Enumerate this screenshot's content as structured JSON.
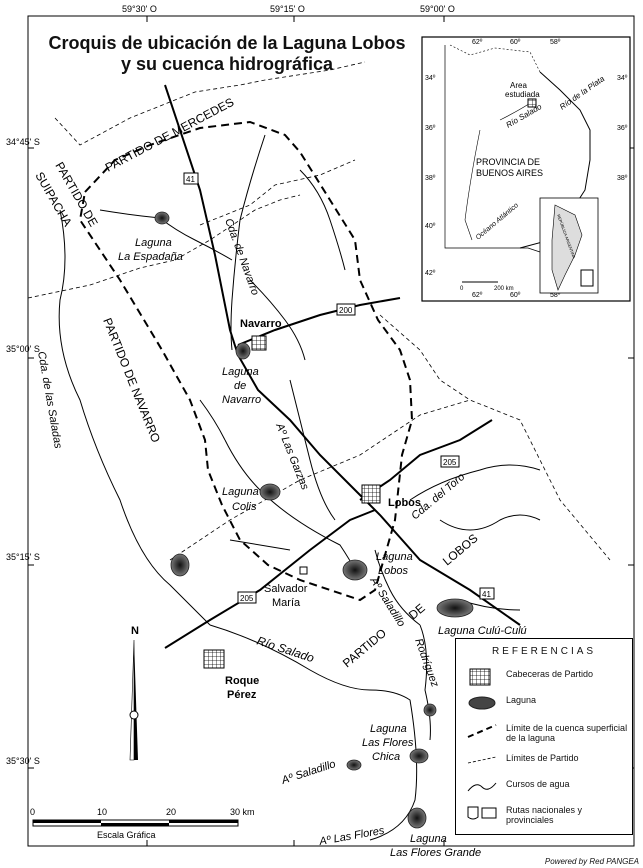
{
  "title": {
    "line1": "Croquis de ubicación de la Laguna Lobos",
    "line2": "y su cuenca hidrográfica"
  },
  "longitude_ticks": [
    "59°30' O",
    "59°15' O",
    "59°00' O"
  ],
  "latitude_ticks": [
    "34°45' S",
    "35°00' S",
    "35°15' S",
    "35°30' S"
  ],
  "partidos": {
    "mercedes": "PARTIDO DE MERCEDES",
    "suipacha_1": "PARTIDO DE",
    "suipacha_2": "SUIPACHA",
    "navarro": "PARTIDO DE NAVARRO",
    "lobos_1": "PARTIDO",
    "lobos_2": "DE",
    "lobos_3": "LOBOS"
  },
  "towns": {
    "navarro": "Navarro",
    "lobos": "Lobos",
    "roque_1": "Roque",
    "roque_2": "Pérez",
    "salvador_1": "Salvador",
    "salvador_2": "María"
  },
  "lagunas": {
    "espadana_1": "Laguna",
    "espadana_2": "La Espadaña",
    "navarro_1": "Laguna",
    "navarro_2": "de",
    "navarro_3": "Navarro",
    "colis_1": "Laguna",
    "colis_2": "Colis",
    "lobos_1": "Laguna",
    "lobos_2": "Lobos",
    "culu": "Laguna Culú-Culú",
    "flores_chica_1": "Laguna",
    "flores_chica_2": "Las Flores",
    "flores_chica_3": "Chica",
    "flores_grande_1": "Laguna",
    "flores_grande_2": "Las Flores Grande"
  },
  "streams": {
    "cda_navarro_upper": "Cda. de Navarro",
    "cda_salada": "Cda. de las Saladas",
    "ao_garzas": "Aº Las Garzas",
    "cda_toro": "Cda. del Toro",
    "ao_saladillo_1": "Aº Saladillo",
    "rodriguez": "Rodríguez",
    "rio_salado": "Río Salado",
    "ao_saladillo_2": "Aº Saladillo",
    "ao_flores": "Aº Las Flores"
  },
  "routes": [
    "41",
    "200",
    "205",
    "205",
    "41"
  ],
  "inset": {
    "lon_ticks": [
      "62º",
      "60º",
      "58º"
    ],
    "lat_ticks": [
      "34º",
      "36º",
      "38º",
      "40º",
      "42º"
    ],
    "study_area_1": "Area",
    "study_area_2": "estudiada",
    "rio_plata": "Río de la Plata",
    "rio_salado": "Río Salado",
    "province_1": "PROVINCIA DE",
    "province_2": "BUENOS AIRES",
    "ocean": "Océano Atlántico",
    "scale_0": "0",
    "scale_200": "200 km",
    "country": "REPÚBLICA ARGENTINA"
  },
  "north": "N",
  "scale": {
    "ticks": [
      "0",
      "10",
      "20",
      "30 km"
    ],
    "label": "Escala Gráfica"
  },
  "legend": {
    "header": "REFERENCIAS",
    "items": [
      "Cabeceras de Partido",
      "Laguna",
      "Límite de la cuenca superficial de la laguna",
      "Límites de Partido",
      "Cursos de agua",
      "Rutas nacionales y provinciales"
    ]
  },
  "credit": "Powered by Red PANGEA",
  "colors": {
    "ink": "#111111",
    "laguna_fill": "#555555",
    "laguna_core": "#222222"
  }
}
